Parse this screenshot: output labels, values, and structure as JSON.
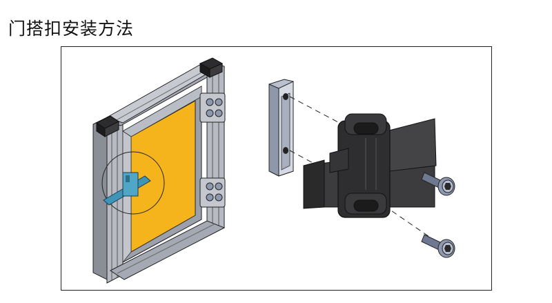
{
  "page": {
    "title": "门搭扣安装方法"
  },
  "figure": {
    "frame_color": "#222222",
    "panel_fill": "#F6B41C",
    "aluminum_light": "#C7CAD1",
    "aluminum_mid": "#A5A9B3",
    "aluminum_dark": "#6F737C",
    "latch_fill": "#3C3C3E",
    "latch_dark": "#262627",
    "highlight_blue": "#3F95B7",
    "screw_fill": "#8E98AE",
    "icons": [
      "aluminum-frame-door",
      "t-slot-nut",
      "door-latch",
      "socket-head-screw"
    ]
  }
}
